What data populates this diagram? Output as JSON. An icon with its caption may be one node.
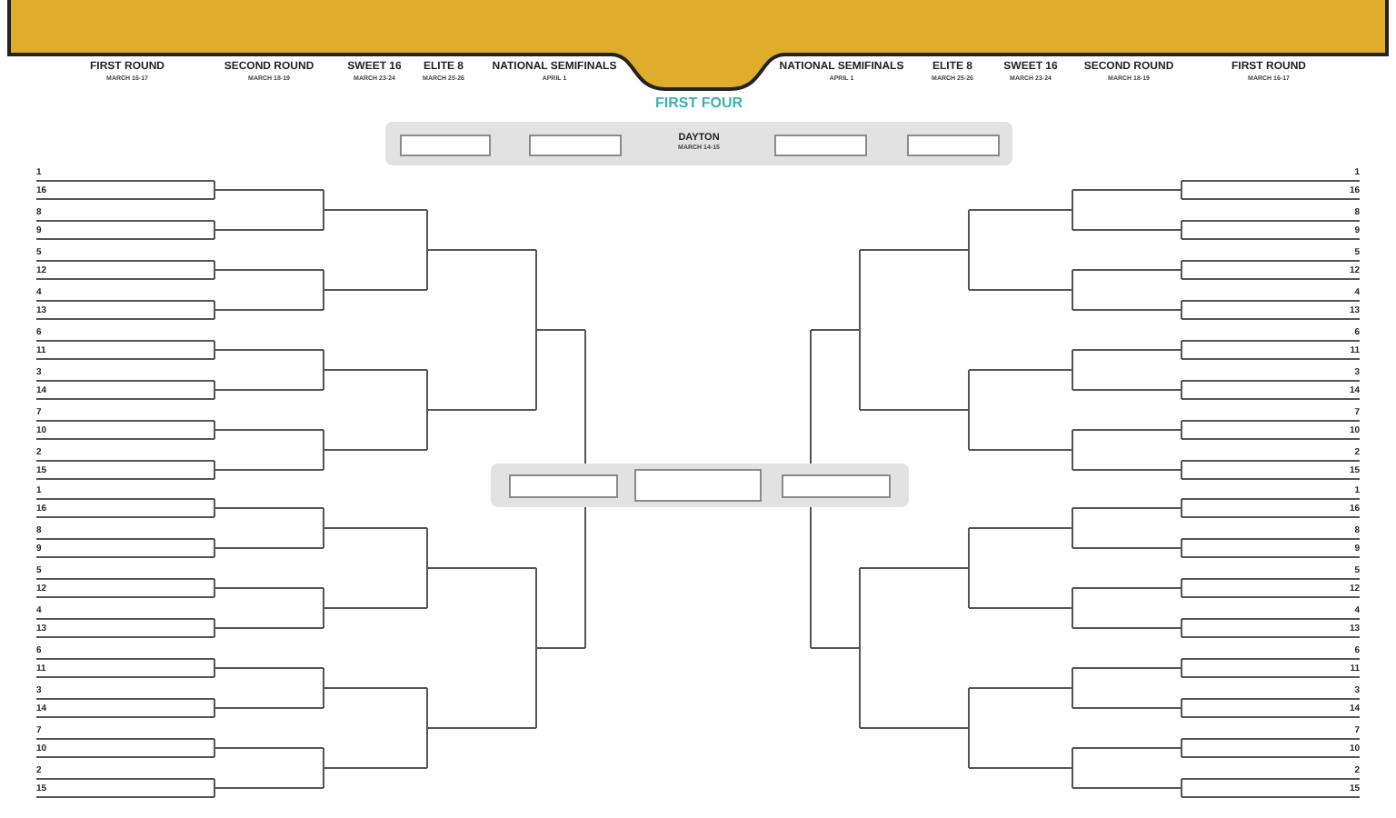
{
  "diagram": {
    "nodes": [
      {
        "text": [
          "FIRST FOUR",
          "DAYTON",
          "MARCH 14-15"
        ]
      },
      {
        "text": [],
        "shape": "box",
        "in": 0
      },
      {
        "text": [],
        "shape": "box",
        "in": 0
      },
      {
        "text": [],
        "shape": "box",
        "in": 0
      },
      {
        "text": [],
        "shape": "box",
        "in": 0
      },
      {
        "text": [
          "1"
        ]
      },
      {
        "text": [
          "16"
        ]
      },
      {
        "text": [
          "8"
        ]
      },
      {
        "text": [
          "9"
        ]
      },
      {
        "text": [
          "5"
        ]
      },
      {
        "text": [
          "12"
        ]
      },
      {
        "text": [
          "4"
        ]
      },
      {
        "text": [
          "13"
        ]
      },
      {
        "text": [
          "6"
        ]
      },
      {
        "text": [
          "11"
        ]
      },
      {
        "text": [
          "3"
        ]
      },
      {
        "text": [
          "14"
        ]
      },
      {
        "text": [
          "7"
        ]
      },
      {
        "text": [
          "10"
        ]
      },
      {
        "text": [
          "2"
        ]
      },
      {
        "text": [
          "15"
        ]
      },
      {
        "text": [
          "1"
        ]
      },
      {
        "text": [
          "16"
        ]
      },
      {
        "text": [
          "8"
        ]
      },
      {
        "text": [
          "9"
        ]
      },
      {
        "text": [
          "5"
        ]
      },
      {
        "text": [
          "12"
        ]
      },
      {
        "text": [
          "4"
        ]
      },
      {
        "text": [
          "13"
        ]
      },
      {
        "text": [
          "6"
        ]
      },
      {
        "text": [
          "11"
        ]
      },
      {
        "text": [
          "3"
        ]
      },
      {
        "text": [
          "14"
        ]
      },
      {
        "text": [
          "7"
        ]
      },
      {
        "text": [
          "10"
        ]
      },
      {
        "text": [
          "2"
        ]
      },
      {
        "text": [
          "15"
        ]
      },
      {
        "text": [],
        "shape": "line"
      },
      {
        "text": [],
        "shape": "line"
      },
      {
        "text": [],
        "shape": "line"
      },
      {
        "text": [],
        "shape": "line"
      },
      {
        "text": [],
        "shape": "line"
      },
      {
        "text": [],
        "shape": "line"
      },
      {
        "text": [],
        "shape": "line"
      },
      {
        "text": [],
        "shape": "line"
      },
      {
        "text": [],
        "shape": "line"
      },
      {
        "text": [],
        "shape": "line"
      },
      {
        "text": [],
        "shape": "line"
      },
      {
        "text": [],
        "shape": "line"
      },
      {
        "text": [],
        "shape": "line"
      },
      {
        "text": [],
        "shape": "line"
      },
      {
        "text": [],
        "shape": "line"
      },
      {
        "text": [],
        "shape": "line"
      },
      {
        "text": [],
        "shape": "line"
      },
      {
        "text": [],
        "shape": "line"
      },
      {
        "text": [],
        "shape": "line"
      },
      {
        "text": [],
        "shape": "line"
      },
      {
        "text": [],
        "shape": "line"
      },
      {
        "text": [],
        "shape": "line"
      },
      {
        "text": [],
        "shape": "line"
      },
      {
        "text": [],
        "shape": "line"
      },
      {
        "text": [],
        "shape": "line"
      },
      {
        "text": [],
        "shape": "line"
      },
      {
        "text": [],
        "shape": "line"
      },
      {
        "text": [],
        "shape": "line"
      },
      {
        "text": [],
        "shape": "line"
      },
      {
        "text": [],
        "shape": "line"
      },
      {
        "text": [],
        "shape": "box"
      },
      {
        "text": [],
        "shape": "box",
        "in": 67
      },
      {
        "text": [],
        "shape": "box",
        "in": 67
      },
      {
        "text": [],
        "shape": "box",
        "in": 67
      },
      {
        "text": [
          "1"
        ]
      },
      {
        "text": [
          "16"
        ]
      },
      {
        "text": [
          "8"
        ]
      },
      {
        "text": [
          "9"
        ]
      },
      {
        "text": [
          "5"
        ]
      },
      {
        "text": [
          "12"
        ]
      },
      {
        "text": [
          "4"
        ]
      },
      {
        "text": [
          "13"
        ]
      },
      {
        "text": [
          "6"
        ]
      },
      {
        "text": [
          "11"
        ]
      },
      {
        "text": [
          "3"
        ]
      },
      {
        "text": [
          "14"
        ]
      },
      {
        "text": [
          "7"
        ]
      },
      {
        "text": [
          "10"
        ]
      },
      {
        "text": [
          "2"
        ]
      },
      {
        "text": [
          "15"
        ]
      },
      {
        "text": [
          "1"
        ]
      },
      {
        "text": [
          "16"
        ]
      },
      {
        "text": [
          "8"
        ]
      },
      {
        "text": [
          "9"
        ]
      },
      {
        "text": [
          "5"
        ]
      },
      {
        "text": [
          "12"
        ]
      },
      {
        "text": [
          "4"
        ]
      },
      {
        "text": [
          "13"
        ]
      },
      {
        "text": [
          "6"
        ]
      },
      {
        "text": [
          "11"
        ]
      },
      {
        "text": [
          "3"
        ]
      },
      {
        "text": [
          "14"
        ]
      },
      {
        "text": [
          "7"
        ]
      },
      {
        "text": [
          "10"
        ]
      },
      {
        "text": [
          "2"
        ]
      },
      {
        "text": [
          "15"
        ]
      },
      {
        "text": [],
        "shape": "line"
      },
      {
        "text": [],
        "shape": "line"
      },
      {
        "text": [],
        "shape": "line"
      },
      {
        "text": [],
        "shape": "line"
      },
      {
        "text": [],
        "shape": "line"
      },
      {
        "text": [],
        "shape": "line"
      },
      {
        "text": [],
        "shape": "line"
      },
      {
        "text": [],
        "shape": "line"
      },
      {
        "text": [],
        "shape": "line"
      },
      {
        "text": [],
        "shape": "line"
      },
      {
        "text": [],
        "shape": "line"
      },
      {
        "text": [],
        "shape": "line"
      },
      {
        "text": [],
        "shape": "line"
      },
      {
        "text": [],
        "shape": "line"
      },
      {
        "text": [],
        "shape": "line"
      },
      {
        "text": [],
        "shape": "line"
      },
      {
        "text": [],
        "shape": "line"
      },
      {
        "text": [],
        "shape": "line"
      },
      {
        "text": [],
        "shape": "line"
      },
      {
        "text": [],
        "shape": "line"
      },
      {
        "text": [],
        "shape": "line"
      },
      {
        "text": [],
        "shape": "line"
      },
      {
        "text": [],
        "shape": "line"
      },
      {
        "text": [],
        "shape": "line"
      },
      {
        "text": [],
        "shape": "line"
      },
      {
        "text": [],
        "shape": "line"
      },
      {
        "text": [],
        "shape": "line"
      },
      {
        "text": [],
        "shape": "line"
      },
      {
        "text": [],
        "shape": "line"
      },
      {
        "text": [],
        "shape": "line"
      }
    ],
    "edges": [
      {
        "from": 5,
        "to": 37,
        "arrow": "none"
      },
      {
        "from": 6,
        "to": 37,
        "arrow": "none"
      },
      {
        "from": 7,
        "to": 38,
        "arrow": "none"
      },
      {
        "from": 8,
        "to": 38,
        "arrow": "none"
      },
      {
        "from": 9,
        "to": 39,
        "arrow": "none"
      },
      {
        "from": 10,
        "to": 39,
        "arrow": "none"
      },
      {
        "from": 11,
        "to": 40,
        "arrow": "none"
      },
      {
        "from": 12,
        "to": 40,
        "arrow": "none"
      },
      {
        "from": 13,
        "to": 41,
        "arrow": "none"
      },
      {
        "from": 14,
        "to": 41,
        "arrow": "none"
      },
      {
        "from": 15,
        "to": 42,
        "arrow": "none"
      },
      {
        "from": 16,
        "to": 42,
        "arrow": "none"
      },
      {
        "from": 17,
        "to": 43,
        "arrow": "none"
      },
      {
        "from": 18,
        "to": 43,
        "arrow": "none"
      },
      {
        "from": 19,
        "to": 44,
        "arrow": "none"
      },
      {
        "from": 20,
        "to": 44,
        "arrow": "none"
      },
      {
        "from": 21,
        "to": 45,
        "arrow": "none"
      },
      {
        "from": 22,
        "to": 45,
        "arrow": "none"
      },
      {
        "from": 23,
        "to": 46,
        "arrow": "none"
      },
      {
        "from": 24,
        "to": 46,
        "arrow": "none"
      },
      {
        "from": 25,
        "to": 47,
        "arrow": "none"
      },
      {
        "from": 26,
        "to": 47,
        "arrow": "none"
      },
      {
        "from": 27,
        "to": 48,
        "arrow": "none"
      },
      {
        "from": 28,
        "to": 48,
        "arrow": "none"
      },
      {
        "from": 29,
        "to": 49,
        "arrow": "none"
      },
      {
        "from": 30,
        "to": 49,
        "arrow": "none"
      },
      {
        "from": 31,
        "to": 50,
        "arrow": "none"
      },
      {
        "from": 32,
        "to": 50,
        "arrow": "none"
      },
      {
        "from": 33,
        "to": 51,
        "arrow": "none"
      },
      {
        "from": 34,
        "to": 51,
        "arrow": "none"
      },
      {
        "from": 35,
        "to": 52,
        "arrow": "none"
      },
      {
        "from": 36,
        "to": 52,
        "arrow": "none"
      },
      {
        "from": 37,
        "to": 53,
        "arrow": "none"
      },
      {
        "from": 38,
        "to": 53,
        "arrow": "none"
      },
      {
        "from": 39,
        "to": 54,
        "arrow": "none"
      },
      {
        "from": 40,
        "to": 54,
        "arrow": "none"
      },
      {
        "from": 41,
        "to": 55,
        "arrow": "none"
      },
      {
        "from": 42,
        "to": 55,
        "arrow": "none"
      },
      {
        "from": 43,
        "to": 56,
        "arrow": "none"
      },
      {
        "from": 44,
        "to": 56,
        "arrow": "none"
      },
      {
        "from": 45,
        "to": 57,
        "arrow": "none"
      },
      {
        "from": 46,
        "to": 57,
        "arrow": "none"
      },
      {
        "from": 47,
        "to": 58,
        "arrow": "none"
      },
      {
        "from": 48,
        "to": 58,
        "arrow": "none"
      },
      {
        "from": 49,
        "to": 59,
        "arrow": "none"
      },
      {
        "from": 50,
        "to": 59,
        "arrow": "none"
      },
      {
        "from": 51,
        "to": 60,
        "arrow": "none"
      },
      {
        "from": 52,
        "to": 60,
        "arrow": "none"
      },
      {
        "from": 53,
        "to": 61,
        "arrow": "none"
      },
      {
        "from": 54,
        "to": 61,
        "arrow": "none"
      },
      {
        "from": 55,
        "to": 62,
        "arrow": "none"
      },
      {
        "from": 56,
        "to": 62,
        "arrow": "none"
      },
      {
        "from": 57,
        "to": 63,
        "arrow": "none"
      },
      {
        "from": 58,
        "to": 63,
        "arrow": "none"
      },
      {
        "from": 59,
        "to": 64,
        "arrow": "none"
      },
      {
        "from": 60,
        "to": 64,
        "arrow": "none"
      },
      {
        "from": 61,
        "to": 65,
        "arrow": "none"
      },
      {
        "from": 62,
        "to": 65,
        "arrow": "none"
      },
      {
        "from": 63,
        "to": 66,
        "arrow": "none"
      },
      {
        "from": 64,
        "to": 66,
        "arrow": "none"
      },
      {
        "from": 65,
        "to": 68,
        "arrow": "none"
      },
      {
        "from": 66,
        "to": 68,
        "arrow": "none"
      },
      {
        "from": 71,
        "to": 103,
        "arrow": "none"
      },
      {
        "from": 72,
        "to": 103,
        "arrow": "none"
      },
      {
        "from": 73,
        "to": 104,
        "arrow": "none"
      },
      {
        "from": 74,
        "to": 104,
        "arrow": "none"
      },
      {
        "from": 75,
        "to": 105,
        "arrow": "none"
      },
      {
        "from": 76,
        "to": 105,
        "arrow": "none"
      },
      {
        "from": 77,
        "to": 106,
        "arrow": "none"
      },
      {
        "from": 78,
        "to": 106,
        "arrow": "none"
      },
      {
        "from": 79,
        "to": 107,
        "arrow": "none"
      },
      {
        "from": 80,
        "to": 107,
        "arrow": "none"
      },
      {
        "from": 81,
        "to": 108,
        "arrow": "none"
      },
      {
        "from": 82,
        "to": 108,
        "arrow": "none"
      },
      {
        "from": 83,
        "to": 109,
        "arrow": "none"
      },
      {
        "from": 84,
        "to": 109,
        "arrow": "none"
      },
      {
        "from": 85,
        "to": 110,
        "arrow": "none"
      },
      {
        "from": 86,
        "to": 110,
        "arrow": "none"
      },
      {
        "from": 87,
        "to": 111,
        "arrow": "none"
      },
      {
        "from": 88,
        "to": 111,
        "arrow": "none"
      },
      {
        "from": 89,
        "to": 112,
        "arrow": "none"
      },
      {
        "from": 90,
        "to": 112,
        "arrow": "none"
      },
      {
        "from": 91,
        "to": 113,
        "arrow": "none"
      },
      {
        "from": 92,
        "to": 113,
        "arrow": "none"
      },
      {
        "from": 93,
        "to": 114,
        "arrow": "none"
      },
      {
        "from": 94,
        "to": 114,
        "arrow": "none"
      },
      {
        "from": 95,
        "to": 115,
        "arrow": "none"
      },
      {
        "from": 96,
        "to": 115,
        "arrow": "none"
      },
      {
        "from": 97,
        "to": 116,
        "arrow": "none"
      },
      {
        "from": 98,
        "to": 116,
        "arrow": "none"
      },
      {
        "from": 99,
        "to": 117,
        "arrow": "none"
      },
      {
        "from": 100,
        "to": 117,
        "arrow": "none"
      },
      {
        "from": 101,
        "to": 118,
        "arrow": "none"
      },
      {
        "from": 102,
        "to": 118,
        "arrow": "none"
      },
      {
        "from": 103,
        "to": 119,
        "arrow": "none"
      },
      {
        "from": 104,
        "to": 119,
        "arrow": "none"
      },
      {
        "from": 105,
        "to": 120,
        "arrow": "none"
      },
      {
        "from": 106,
        "to": 120,
        "arrow": "none"
      },
      {
        "from": 107,
        "to": 121,
        "arrow": "none"
      },
      {
        "from": 108,
        "to": 121,
        "arrow": "none"
      },
      {
        "from": 109,
        "to": 122,
        "arrow": "none"
      },
      {
        "from": 110,
        "to": 122,
        "arrow": "none"
      },
      {
        "from": 111,
        "to": 123,
        "arrow": "none"
      },
      {
        "from": 112,
        "to": 123,
        "arrow": "none"
      },
      {
        "from": 113,
        "to": 124,
        "arrow": "none"
      },
      {
        "from": 114,
        "to": 124,
        "arrow": "none"
      },
      {
        "from": 115,
        "to": 125,
        "arrow": "none"
      },
      {
        "from": 116,
        "to": 125,
        "arrow": "none"
      },
      {
        "from": 117,
        "to": 126,
        "arrow": "none"
      },
      {
        "from": 118,
        "to": 126,
        "arrow": "none"
      },
      {
        "from": 119,
        "to": 127,
        "arrow": "none"
      },
      {
        "from": 120,
        "to": 127,
        "arrow": "none"
      },
      {
        "from": 121,
        "to": 128,
        "arrow": "none"
      },
      {
        "from": 122,
        "to": 128,
        "arrow": "none"
      },
      {
        "from": 123,
        "to": 129,
        "arrow": "none"
      },
      {
        "from": 124,
        "to": 129,
        "arrow": "none"
      },
      {
        "from": 125,
        "to": 130,
        "arrow": "none"
      },
      {
        "from": 126,
        "to": 130,
        "arrow": "none"
      },
      {
        "from": 127,
        "to": 131,
        "arrow": "none"
      },
      {
        "from": 128,
        "to": 131,
        "arrow": "none"
      },
      {
        "from": 129,
        "to": 132,
        "arrow": "none"
      },
      {
        "from": 130,
        "to": 132,
        "arrow": "none"
      },
      {
        "from": 131,
        "to": 70,
        "arrow": "none"
      },
      {
        "from": 132,
        "to": 70,
        "arrow": "none"
      }
    ],
    "labels": [
      "FIRST ROUND",
      "MARCH 16-17",
      "SECOND ROUND",
      "MARCH 18-19",
      "SWEET 16",
      "MARCH 23-24",
      "ELITE 8",
      "MARCH 25-26",
      "NATIONAL SEMIFINALS",
      "APRIL 1",
      "NATIONAL SEMIFINALS",
      "APRIL 1",
      "ELITE 8",
      "MARCH 25-26",
      "SWEET 16",
      "MARCH 23-24",
      "SECOND ROUND",
      "MARCH 18-19",
      "FIRST ROUND",
      "MARCH 16-17"
    ]
  }
}
